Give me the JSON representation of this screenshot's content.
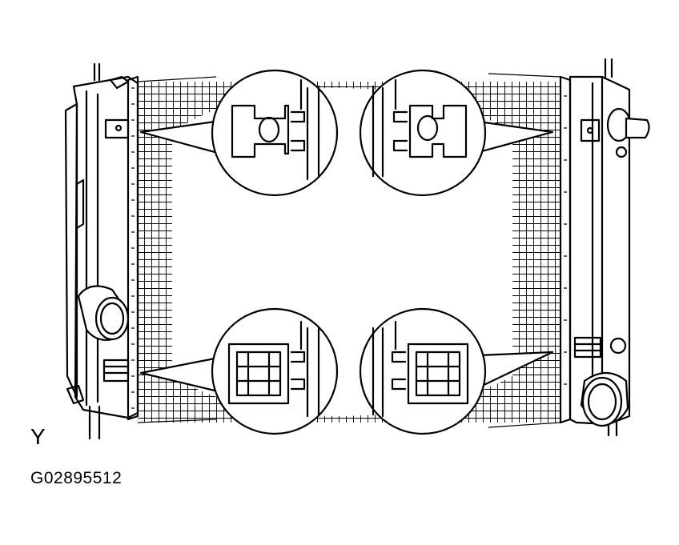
{
  "view_label": "Y",
  "figure_code": "G02895512",
  "colors": {
    "line": "#000000",
    "background": "#ffffff"
  },
  "callouts": [
    {
      "name": "upper-left-clip-detail"
    },
    {
      "name": "upper-right-clip-detail"
    },
    {
      "name": "lower-left-clip-detail"
    },
    {
      "name": "lower-right-clip-detail"
    }
  ]
}
